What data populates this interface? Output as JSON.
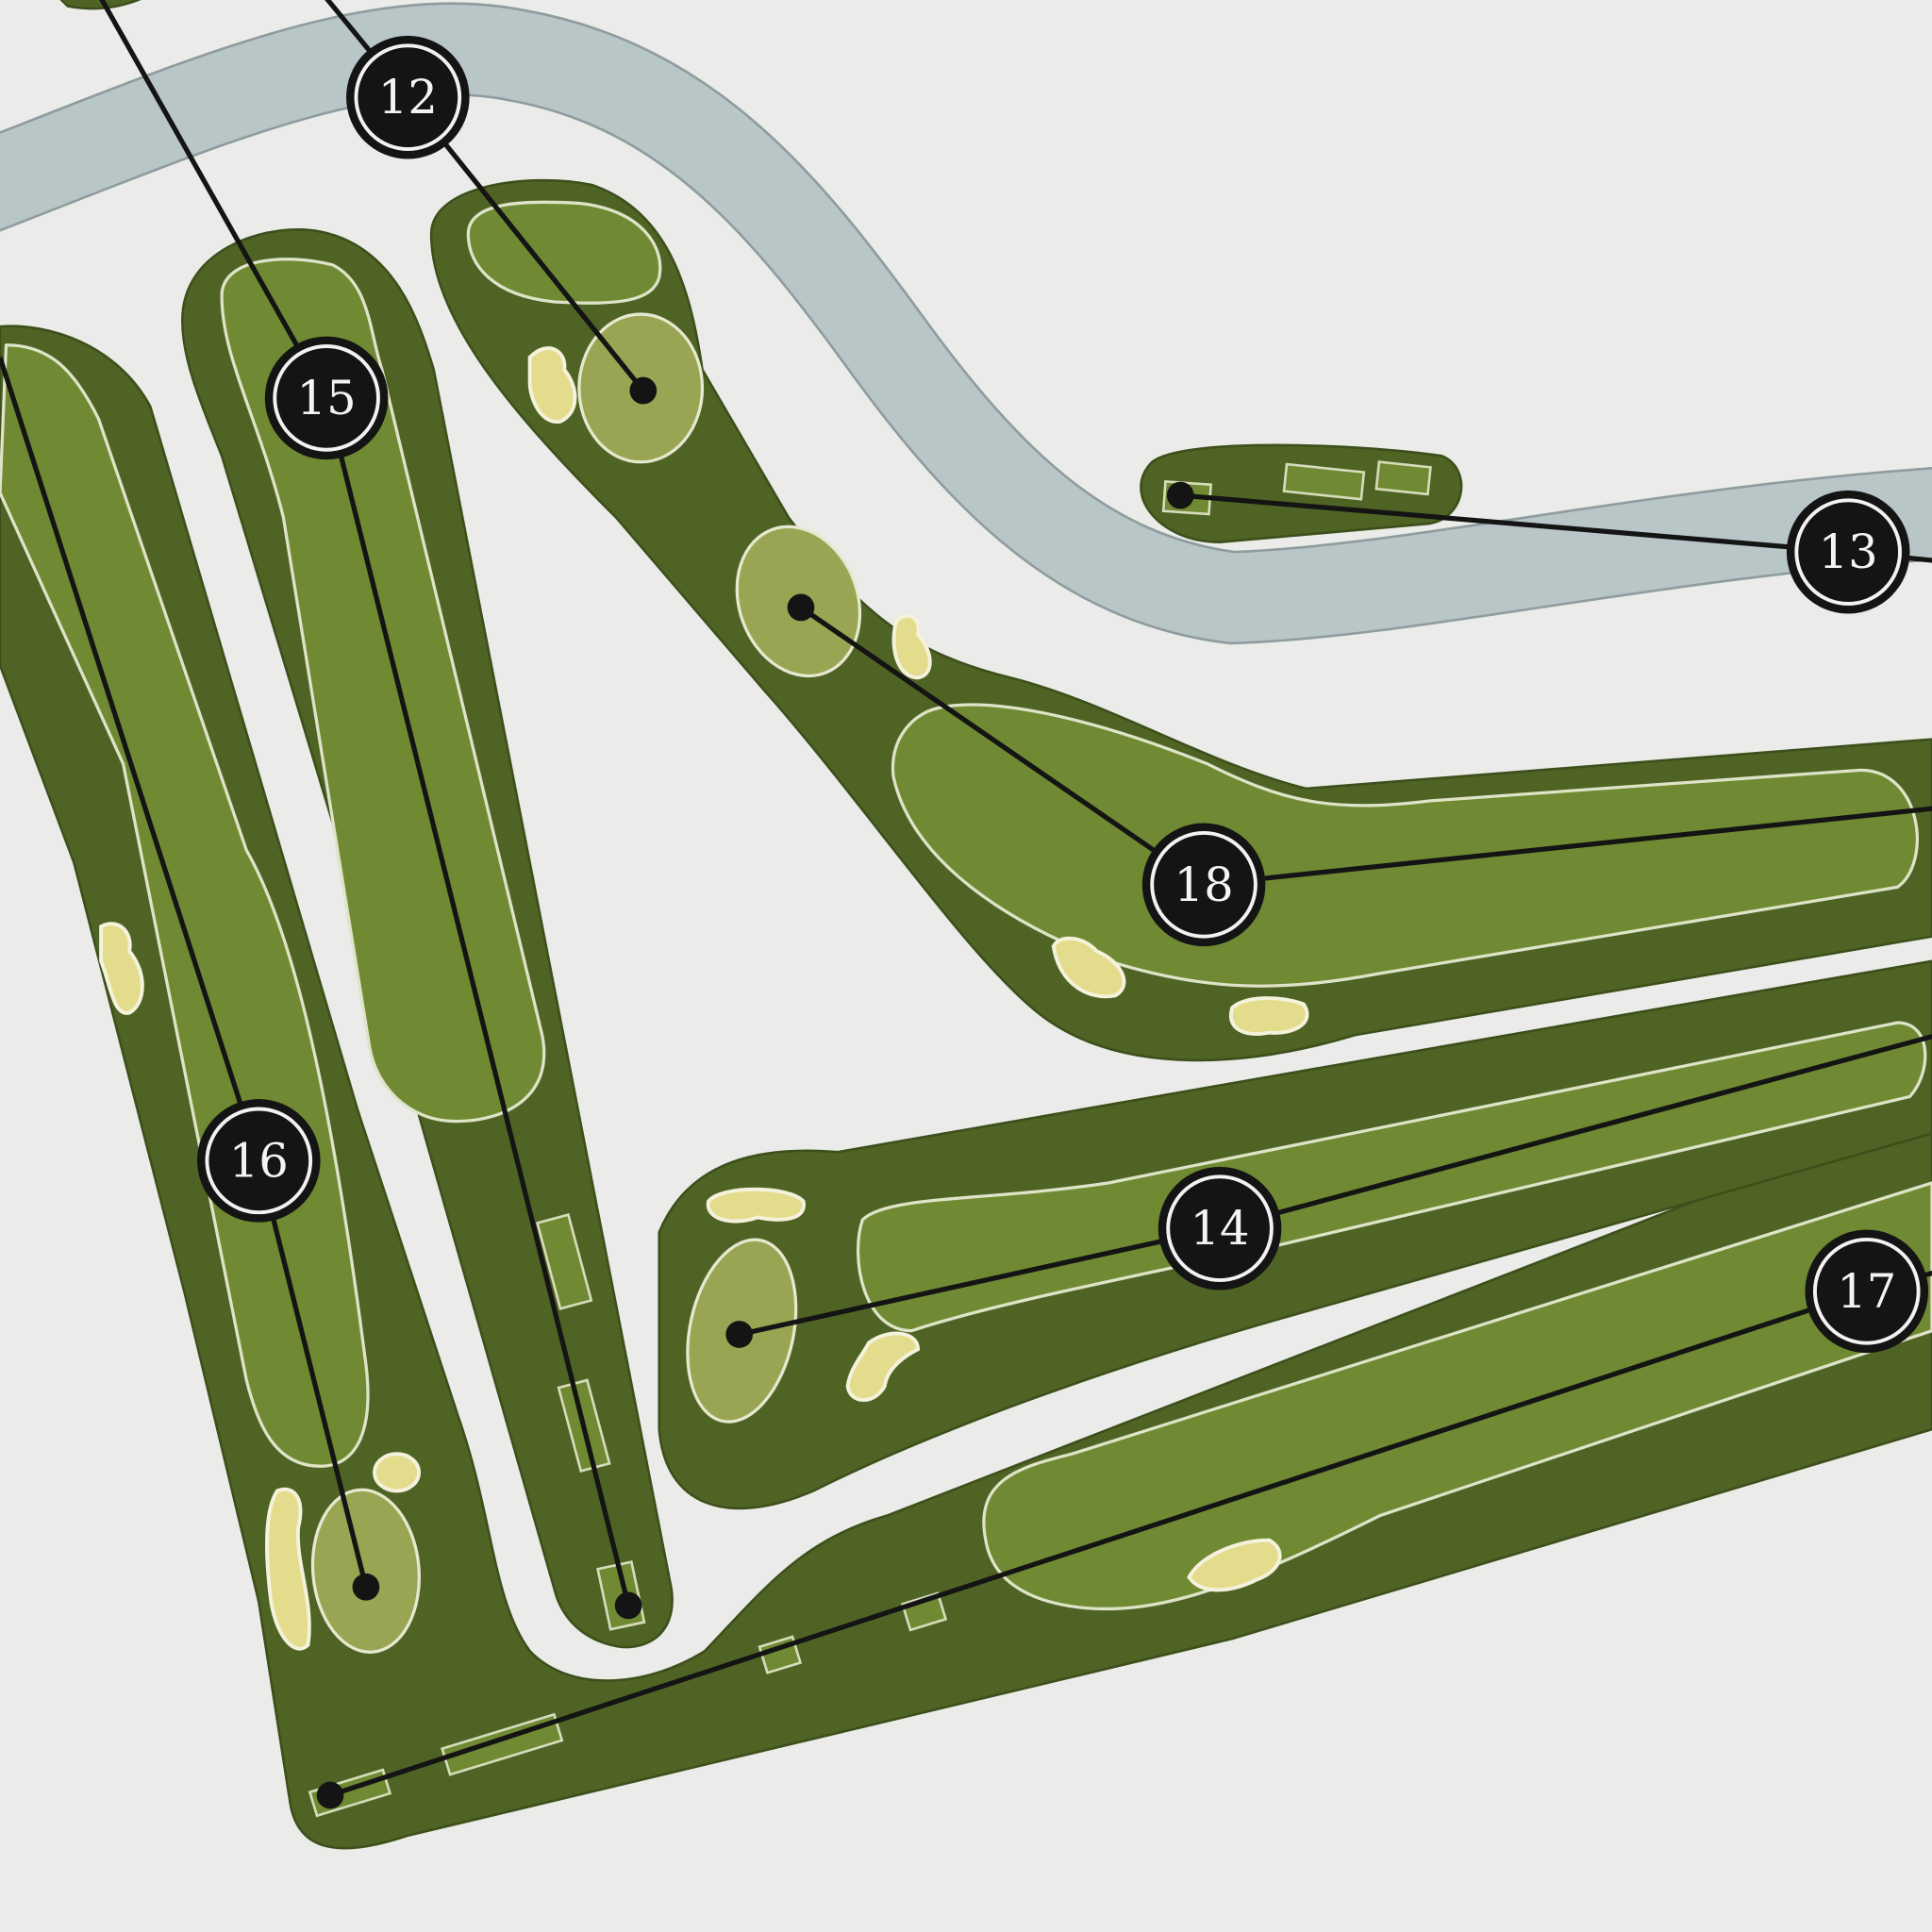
{
  "map": {
    "colors": {
      "paper": "#ebebe9",
      "water": "#b9c6c8",
      "rough": "#4f6424",
      "fairway": "#6f8a32",
      "green": "#9aa553",
      "sand": "#e3dc8c",
      "marker": "#141414"
    },
    "holes": [
      {
        "number": "12"
      },
      {
        "number": "13"
      },
      {
        "number": "14"
      },
      {
        "number": "15"
      },
      {
        "number": "16"
      },
      {
        "number": "17"
      },
      {
        "number": "18"
      }
    ]
  }
}
